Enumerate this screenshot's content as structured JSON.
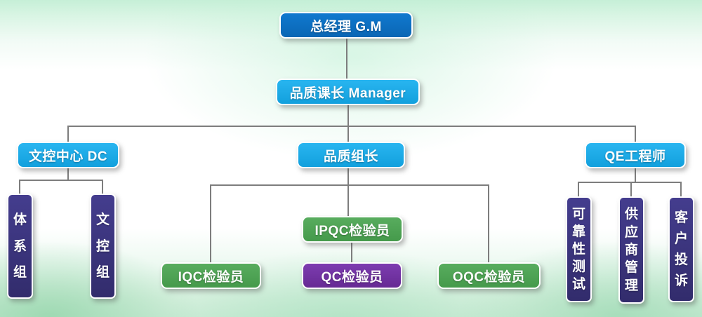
{
  "org": {
    "nodes": {
      "gm": "总经理 G.M",
      "manager": "品质课长 Manager",
      "dc": "文控中心 DC",
      "leader": "品质组长",
      "qe": "QE工程师",
      "ipqc": "IPQC检验员",
      "iqc": "IQC检验员",
      "qc": "QC检验员",
      "oqc": "OQC检验员",
      "tixi": "体系组",
      "wenkong": "文控组",
      "kekao": "可靠性测试",
      "gongying": "供应商管理",
      "kehu": "客户投诉"
    },
    "hierarchy": [
      {
        "parent": "总经理 G.M",
        "children": [
          "品质课长 Manager"
        ]
      },
      {
        "parent": "品质课长 Manager",
        "children": [
          "文控中心 DC",
          "品质组长",
          "QE工程师"
        ]
      },
      {
        "parent": "文控中心 DC",
        "children": [
          "体系组",
          "文控组"
        ]
      },
      {
        "parent": "品质组长",
        "children": [
          "IQC检验员",
          "IPQC检验员",
          "OQC检验员"
        ]
      },
      {
        "parent": "IPQC检验员",
        "children": [
          "QC检验员"
        ]
      },
      {
        "parent": "QE工程师",
        "children": [
          "可靠性测试",
          "供应商管理",
          "客户投诉"
        ]
      }
    ],
    "colors": {
      "level1_blue": "#0b6fc3",
      "level2_blue": "#1badea",
      "green": "#4ca553",
      "purple": "#7030a0",
      "navy": "#3a3379",
      "line": "#7d7d7d",
      "background_green": "#cdecd7"
    }
  }
}
